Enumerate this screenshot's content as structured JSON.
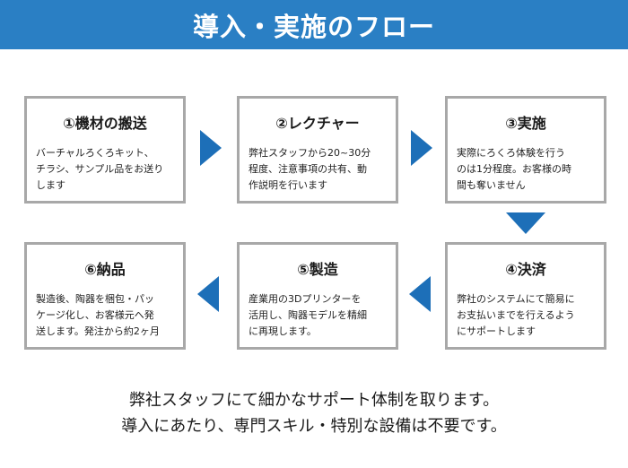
{
  "header": {
    "title": "導入・実施のフロー"
  },
  "steps": [
    {
      "title": "①機材の搬送",
      "body": "バーチャルろくろキット、\nチラシ、サンプル品をお送り\nします"
    },
    {
      "title": "②レクチャー",
      "body": "弊社スタッフから20~30分\n程度、注意事項の共有、動\n作説明を行います"
    },
    {
      "title": "③実施",
      "body": "実際にろくろ体験を行う\nのは1分程度。お客様の時\n間も奪いません"
    },
    {
      "title": "④決済",
      "body": "弊社のシステムにて簡易に\nお支払いまでを行えるよう\nにサポートします"
    },
    {
      "title": "⑤製造",
      "body": "産業用の3Dプリンターを\n活用し、陶器モデルを精細\nに再現します。"
    },
    {
      "title": "⑥納品",
      "body": "製造後、陶器を梱包・パッ\nケージ化し、お客様元へ発\n送します。発注から約2ヶ月"
    }
  ],
  "footer": {
    "line1": "弊社スタッフにて細かなサポート体制を取ります。",
    "line2": "導入にあたり、専門スキル・特別な設備は不要です。"
  },
  "colors": {
    "header_bg": "#2a7fc4",
    "arrow": "#1d6fb8",
    "card_border": "#a8a8a8"
  }
}
